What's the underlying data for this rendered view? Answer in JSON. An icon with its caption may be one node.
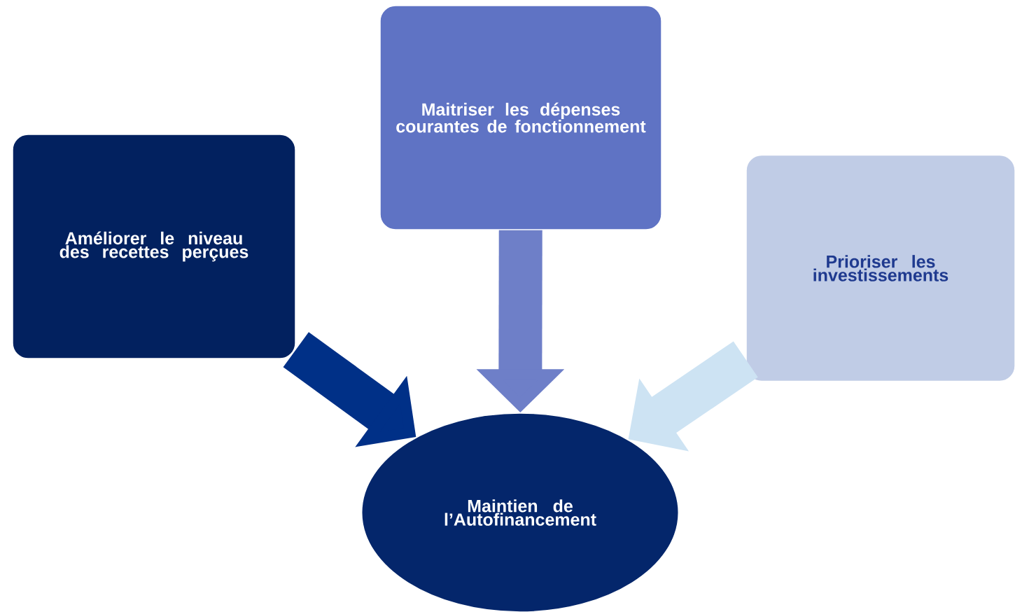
{
  "diagram": {
    "nodes": [
      {
        "text": [
          "Améliorer le niveau des recettes perçues"
        ]
      },
      {
        "text": [
          "Maitriser les dépenses courantes de fonctionnement"
        ]
      },
      {
        "text": [
          "Prioriser les investissements"
        ]
      },
      {
        "text": [
          "Maintien de l’Autofinancement"
        ]
      }
    ],
    "edges": [
      {
        "from": 0,
        "to": 3,
        "arrow": "to",
        "color": "#003087"
      },
      {
        "from": 1,
        "to": 3,
        "arrow": "to",
        "color": "#6e7fc8"
      },
      {
        "from": 2,
        "to": 3,
        "arrow": "to",
        "color": "#cde3f3"
      }
    ]
  }
}
